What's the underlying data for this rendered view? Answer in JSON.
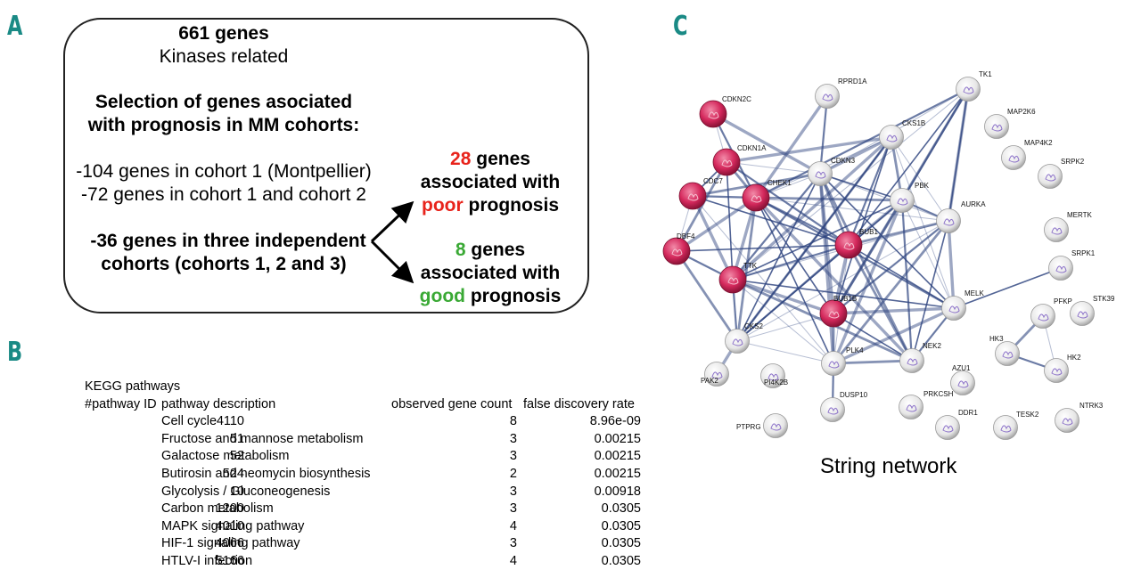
{
  "panel_labels": {
    "a": "A",
    "b": "B",
    "c": "C"
  },
  "panel_a": {
    "genes_count": "661 genes",
    "genes_desc": "Kinases related",
    "selection_line1": "Selection of genes asociated",
    "selection_line2": "with prognosis in MM cohorts:",
    "cohort_line1": "-104 genes in cohort 1 (Montpellier)",
    "cohort_line2": "-72 genes in cohort 1 and cohort 2",
    "three_line1": "-36 genes in three independent",
    "three_line2": "cohorts (cohorts 1, 2 and 3)",
    "poor_count": "28",
    "poor_genes_word": " genes",
    "poor_assoc": "associated with",
    "poor_word": "poor",
    "poor_prognosis": " prognosis",
    "good_count": "8",
    "good_genes_word": " genes",
    "good_assoc": "associated with",
    "good_word": "good",
    "good_prognosis": " prognosis",
    "colors": {
      "poor": "#e8231b",
      "good": "#3aa935"
    }
  },
  "panel_b": {
    "title": "KEGG pathways",
    "headers": {
      "id": "#pathway ID",
      "desc": "pathway description",
      "count": "observed gene count",
      "fdr": "false discovery rate"
    },
    "rows": [
      {
        "id": "4110",
        "desc": "Cell cycle",
        "count": "8",
        "fdr": "8.96e-09"
      },
      {
        "id": "51",
        "desc": "Fructose and mannose metabolism",
        "count": "3",
        "fdr": "0.00215"
      },
      {
        "id": "52",
        "desc": "Galactose metabolism",
        "count": "3",
        "fdr": "0.00215"
      },
      {
        "id": "524",
        "desc": "Butirosin and neomycin biosynthesis",
        "count": "2",
        "fdr": "0.00215"
      },
      {
        "id": "10",
        "desc": "Glycolysis / Gluconeogenesis",
        "count": "3",
        "fdr": "0.00918"
      },
      {
        "id": "1200",
        "desc": "Carbon metabolism",
        "count": "3",
        "fdr": "0.0305"
      },
      {
        "id": "4010",
        "desc": "MAPK signaling pathway",
        "count": "4",
        "fdr": "0.0305"
      },
      {
        "id": "4066",
        "desc": "HIF-1 signaling pathway",
        "count": "3",
        "fdr": "0.0305"
      },
      {
        "id": "5166",
        "desc": "HTLV-I infection",
        "count": "4",
        "fdr": "0.0305"
      }
    ]
  },
  "panel_c": {
    "caption": "String network",
    "colors": {
      "highlight": "#d4285c",
      "node": "#e8e8e8",
      "edge": "#2f4580"
    },
    "nodes": [
      {
        "name": "RPRD1A",
        "hl": false
      },
      {
        "name": "TK1",
        "hl": false
      },
      {
        "name": "CDKN2C",
        "hl": true
      },
      {
        "name": "MAP2K6",
        "hl": false
      },
      {
        "name": "CKS1B",
        "hl": false
      },
      {
        "name": "MAP4K2",
        "hl": false
      },
      {
        "name": "CDKN1A",
        "hl": true
      },
      {
        "name": "CDKN3",
        "hl": false
      },
      {
        "name": "SRPK2",
        "hl": false
      },
      {
        "name": "CDC7",
        "hl": true
      },
      {
        "name": "CHEK1",
        "hl": true
      },
      {
        "name": "PBK",
        "hl": false
      },
      {
        "name": "AURKA",
        "hl": false
      },
      {
        "name": "MERTK",
        "hl": false
      },
      {
        "name": "BUB1",
        "hl": true
      },
      {
        "name": "DBF4",
        "hl": true
      },
      {
        "name": "SRPK1",
        "hl": false
      },
      {
        "name": "TTK",
        "hl": true
      },
      {
        "name": "MELK",
        "hl": false
      },
      {
        "name": "BUB1B",
        "hl": true
      },
      {
        "name": "PFKP",
        "hl": false
      },
      {
        "name": "STK39",
        "hl": false
      },
      {
        "name": "CKS2",
        "hl": false
      },
      {
        "name": "HK3",
        "hl": false
      },
      {
        "name": "NEK2",
        "hl": false
      },
      {
        "name": "PLK4",
        "hl": false
      },
      {
        "name": "PAK2",
        "hl": false
      },
      {
        "name": "PI4K2B",
        "hl": false
      },
      {
        "name": "HK2",
        "hl": false
      },
      {
        "name": "AZU1",
        "hl": false
      },
      {
        "name": "DUSP10",
        "hl": false
      },
      {
        "name": "PRKCSH",
        "hl": false
      },
      {
        "name": "PTPRG",
        "hl": false
      },
      {
        "name": "DDR1",
        "hl": false
      },
      {
        "name": "TESK2",
        "hl": false
      },
      {
        "name": "NTRK3",
        "hl": false
      }
    ],
    "edges": [
      [
        "CDKN2C",
        "CDKN1A"
      ],
      [
        "CDKN2C",
        "CHEK1"
      ],
      [
        "CDKN2C",
        "CDKN3"
      ],
      [
        "CDKN1A",
        "CDC7"
      ],
      [
        "CDKN1A",
        "CHEK1"
      ],
      [
        "CDKN1A",
        "CDKN3"
      ],
      [
        "CDKN1A",
        "BUB1"
      ],
      [
        "CDKN1A",
        "CKS1B"
      ],
      [
        "CDKN1A",
        "TTK"
      ],
      [
        "CDKN1A",
        "DBF4"
      ],
      [
        "CDC7",
        "DBF4"
      ],
      [
        "CDC7",
        "CHEK1"
      ],
      [
        "CDC7",
        "TTK"
      ],
      [
        "CDC7",
        "BUB1"
      ],
      [
        "CDC7",
        "CDKN3"
      ],
      [
        "CDC7",
        "PLK4"
      ],
      [
        "DBF4",
        "TTK"
      ],
      [
        "DBF4",
        "CHEK1"
      ],
      [
        "DBF4",
        "BUB1"
      ],
      [
        "DBF4",
        "CKS2"
      ],
      [
        "CHEK1",
        "CDKN3"
      ],
      [
        "CHEK1",
        "BUB1"
      ],
      [
        "CHEK1",
        "TTK"
      ],
      [
        "CHEK1",
        "BUB1B"
      ],
      [
        "CHEK1",
        "PBK"
      ],
      [
        "CHEK1",
        "AURKA"
      ],
      [
        "CHEK1",
        "MELK"
      ],
      [
        "CHEK1",
        "NEK2"
      ],
      [
        "CHEK1",
        "PLK4"
      ],
      [
        "CHEK1",
        "CKS2"
      ],
      [
        "CHEK1",
        "CKS1B"
      ],
      [
        "CHEK1",
        "TK1"
      ],
      [
        "CDKN3",
        "CKS1B"
      ],
      [
        "CDKN3",
        "PBK"
      ],
      [
        "CDKN3",
        "BUB1"
      ],
      [
        "CDKN3",
        "AURKA"
      ],
      [
        "CDKN3",
        "TTK"
      ],
      [
        "CDKN3",
        "BUB1B"
      ],
      [
        "CDKN3",
        "MELK"
      ],
      [
        "CDKN3",
        "NEK2"
      ],
      [
        "CDKN3",
        "TK1"
      ],
      [
        "CDKN3",
        "RPRD1A"
      ],
      [
        "CDKN3",
        "PLK4"
      ],
      [
        "CDKN3",
        "CKS2"
      ],
      [
        "CKS1B",
        "PBK"
      ],
      [
        "CKS1B",
        "AURKA"
      ],
      [
        "CKS1B",
        "BUB1"
      ],
      [
        "CKS1B",
        "TTK"
      ],
      [
        "CKS1B",
        "BUB1B"
      ],
      [
        "CKS1B",
        "CKS2"
      ],
      [
        "CKS1B",
        "MELK"
      ],
      [
        "TK1",
        "PBK"
      ],
      [
        "TK1",
        "AURKA"
      ],
      [
        "TK1",
        "BUB1"
      ],
      [
        "TK1",
        "BUB1B"
      ],
      [
        "TK1",
        "TTK"
      ],
      [
        "PBK",
        "AURKA"
      ],
      [
        "PBK",
        "BUB1"
      ],
      [
        "PBK",
        "TTK"
      ],
      [
        "PBK",
        "BUB1B"
      ],
      [
        "PBK",
        "MELK"
      ],
      [
        "PBK",
        "NEK2"
      ],
      [
        "PBK",
        "PLK4"
      ],
      [
        "PBK",
        "CKS2"
      ],
      [
        "AURKA",
        "BUB1"
      ],
      [
        "AURKA",
        "TTK"
      ],
      [
        "AURKA",
        "BUB1B"
      ],
      [
        "AURKA",
        "MELK"
      ],
      [
        "AURKA",
        "NEK2"
      ],
      [
        "AURKA",
        "PLK4"
      ],
      [
        "AURKA",
        "CKS2"
      ],
      [
        "BUB1",
        "TTK"
      ],
      [
        "BUB1",
        "BUB1B"
      ],
      [
        "BUB1",
        "MELK"
      ],
      [
        "BUB1",
        "NEK2"
      ],
      [
        "BUB1",
        "PLK4"
      ],
      [
        "BUB1",
        "CKS2"
      ],
      [
        "TTK",
        "BUB1B"
      ],
      [
        "TTK",
        "MELK"
      ],
      [
        "TTK",
        "NEK2"
      ],
      [
        "TTK",
        "PLK4"
      ],
      [
        "TTK",
        "CKS2"
      ],
      [
        "BUB1B",
        "MELK"
      ],
      [
        "BUB1B",
        "NEK2"
      ],
      [
        "BUB1B",
        "PLK4"
      ],
      [
        "BUB1B",
        "CKS2"
      ],
      [
        "MELK",
        "NEK2"
      ],
      [
        "MELK",
        "PLK4"
      ],
      [
        "MELK",
        "SRPK1"
      ],
      [
        "NEK2",
        "PLK4"
      ],
      [
        "PLK4",
        "CKS2"
      ],
      [
        "PLK4",
        "DUSP10"
      ],
      [
        "CKS2",
        "PAK2"
      ],
      [
        "CKS2",
        "CKS1B"
      ],
      [
        "PFKP",
        "HK3"
      ],
      [
        "PFKP",
        "HK2"
      ],
      [
        "HK3",
        "HK2"
      ],
      [
        "RPRD1A",
        "CHEK1"
      ],
      [
        "AURKA",
        "TK1"
      ]
    ]
  }
}
